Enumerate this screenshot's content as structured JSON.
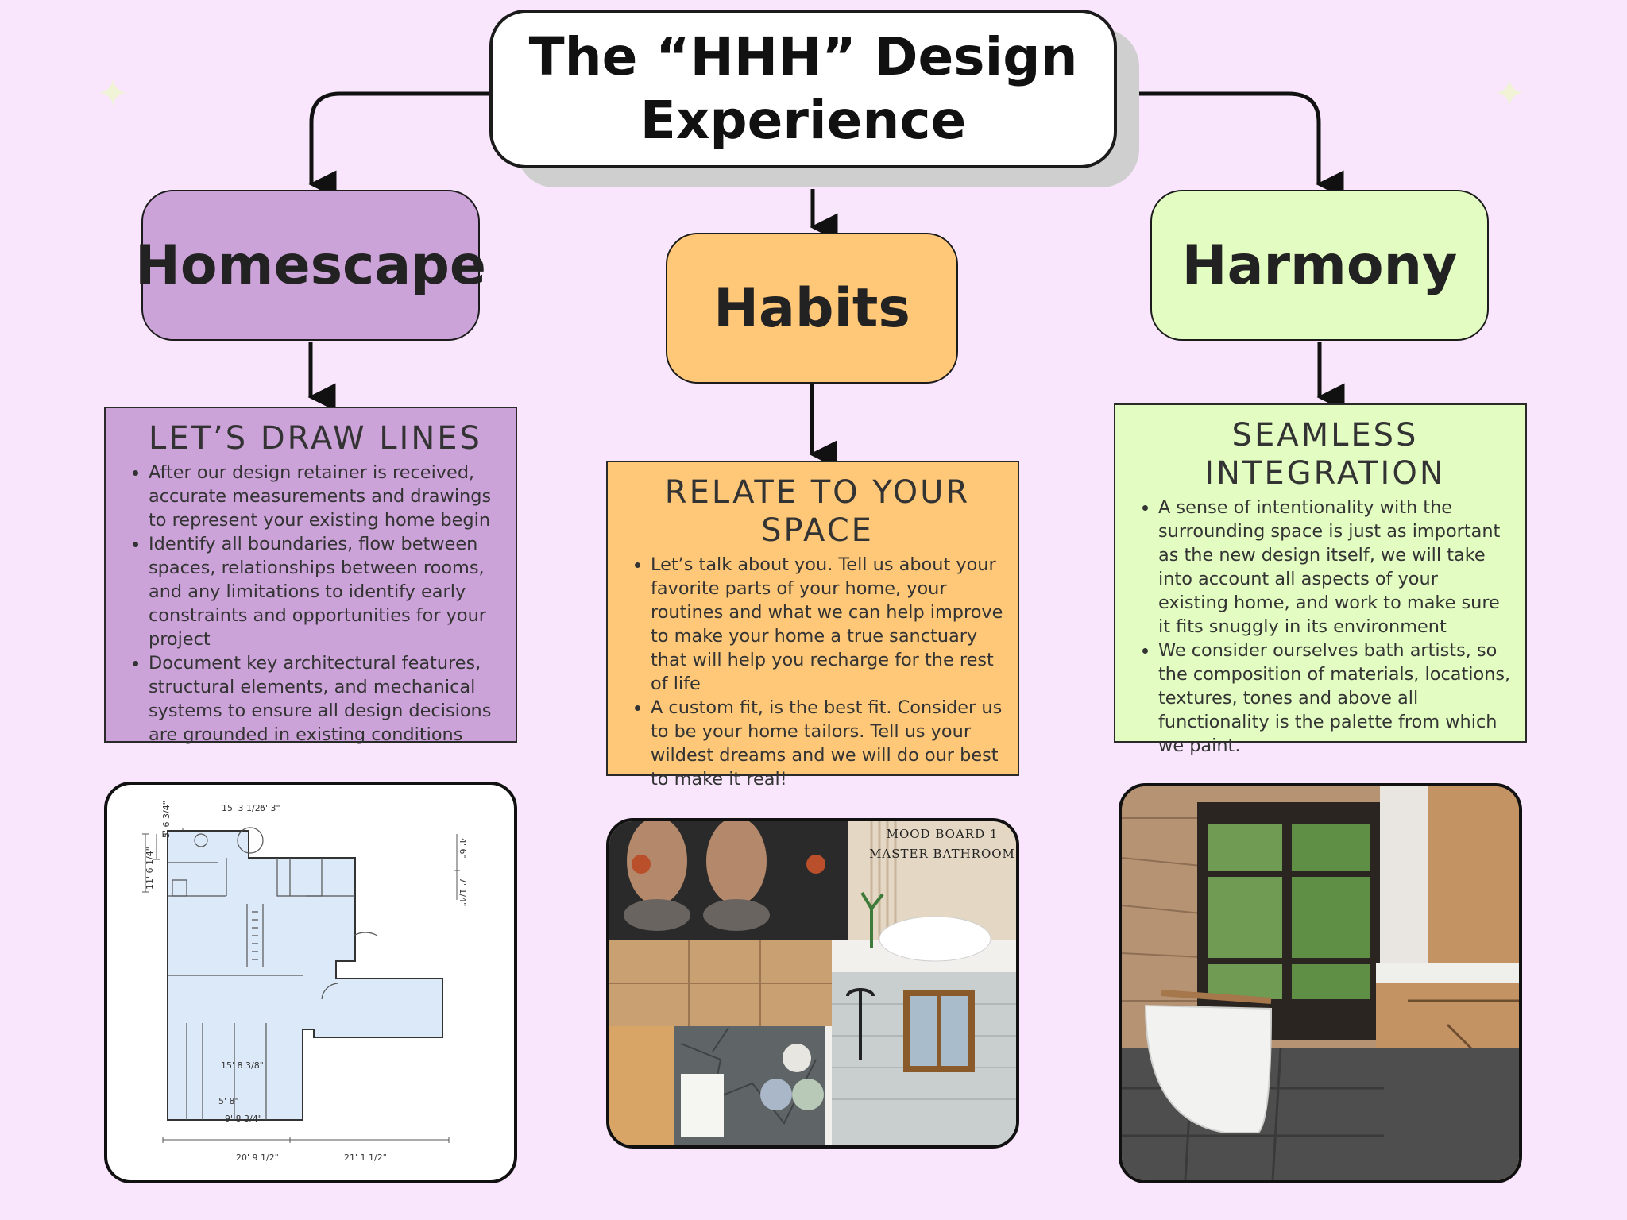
{
  "title": {
    "line1": "The “HHH” Design",
    "line2": "Experience"
  },
  "colors": {
    "background": "#f9e6fc",
    "homescape": "#cca3d9",
    "habits": "#fec878",
    "harmony": "#e2fcc1"
  },
  "pillars": {
    "homescape": "Homescape",
    "habits": "Habits",
    "harmony": "Harmony"
  },
  "cards": {
    "homescape": {
      "title": "LET’S DRAW LINES",
      "bullets": [
        "After our design retainer is received, accurate measurements and drawings to represent your existing home begin",
        "Identify all boundaries, flow between spaces, relationships between rooms, and any limitations to identify early constraints and opportunities for your project",
        "Document key architectural features, structural elements, and mechanical systems to ensure all design decisions are grounded in existing conditions"
      ]
    },
    "habits": {
      "title_line1": "RELATE TO YOUR",
      "title_line2": "SPACE",
      "bullets": [
        "Let’s talk about you. Tell us about your favorite parts of your home, your routines and what we can help improve to make your home a true sanctuary that will help you recharge for the rest of life",
        "A custom fit, is the best fit. Consider us to be your home tailors. Tell us your wildest dreams and we will do our best to make it real!"
      ]
    },
    "harmony": {
      "title_line1": "SEAMLESS",
      "title_line2": "INTEGRATION",
      "bullets": [
        "A sense of intentionality with the surrounding space is just as important as the new design itself, we will take into account all aspects of your existing home, and work to make sure it fits snuggly in its environment",
        "We consider ourselves bath artists, so the composition of materials, locations, textures, tones and above all functionality is the palette from which we paint."
      ]
    }
  },
  "floorplan": {
    "dims": [
      "15' 3 1/2\"",
      "6' 3\"",
      "5' 6 3/4\"",
      "11' 6 1/4\"",
      "4' 6\"",
      "7' 1/4\"",
      "15' 8 3/8\"",
      "5' 8\"",
      "9' 8 3/4\"",
      "20' 9 1/2\"",
      "21' 1 1/2\""
    ]
  },
  "moodboard": {
    "line1": "MOOD BOARD 1",
    "line2": "MASTER BATHROOM"
  }
}
